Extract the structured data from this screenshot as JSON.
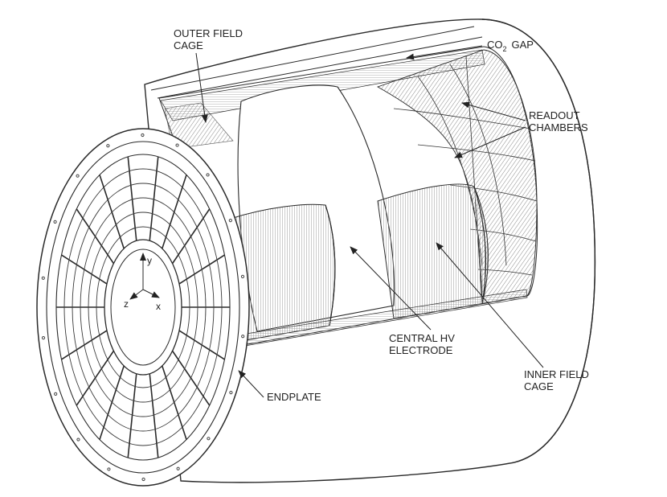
{
  "labels": {
    "outer_field_cage_1": "OUTER FIELD",
    "outer_field_cage_2": "CAGE",
    "co2_gap_co": "CO",
    "co2_gap_sub": "2",
    "co2_gap_rest": "GAP",
    "readout_1": "READOUT",
    "readout_2": "CHAMBERS",
    "central_hv_1": "CENTRAL HV",
    "central_hv_2": "ELECTRODE",
    "inner_field_cage_1": "INNER FIELD",
    "inner_field_cage_2": "CAGE",
    "endplate": "ENDPLATE"
  },
  "axes": {
    "y": "y",
    "z": "z",
    "x": "x"
  },
  "colors": {
    "line": "#2a2a2a",
    "hatch": "#8a8a8a",
    "background": "#ffffff"
  }
}
